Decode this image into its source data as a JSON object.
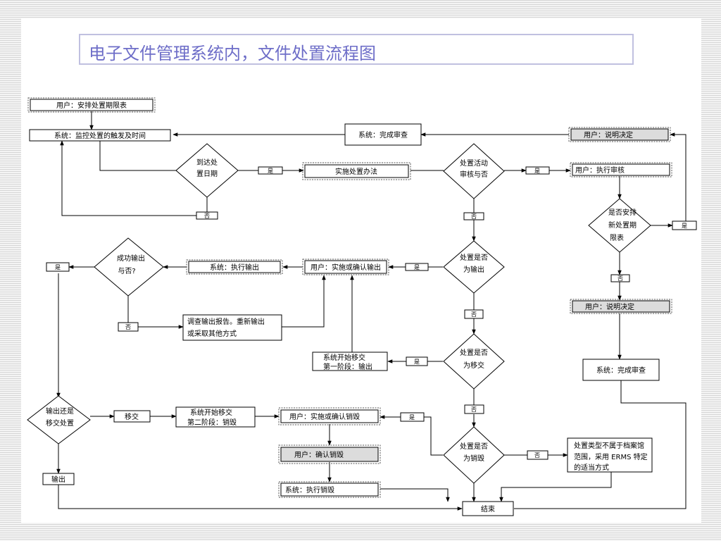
{
  "title": "电子文件管理系统内，文件处置流程图",
  "nodes": {
    "schedule": "用户：安排处置期限表",
    "monitor": "系统：监控处置的触发及时间",
    "reach_date": [
      "到达处",
      "置日期"
    ],
    "implement_method": "实施处置办法",
    "activity_review": [
      "处置活动",
      "审核与否"
    ],
    "exec_review": "用户：执行审核",
    "new_schedule": [
      "是否安排",
      "新处置期",
      "限表"
    ],
    "explain_top": "用户：说明决定",
    "review_top": "系统：完成审查",
    "is_output": [
      "处置是否",
      "为输出"
    ],
    "confirm_output": "用户：实施或确认输出",
    "exec_output": "系统：执行输出",
    "success_output": [
      "成功输出",
      "与否?"
    ],
    "report": [
      "调查输出报告。重新输出",
      "或采取其他方式"
    ],
    "is_transfer": [
      "处置是否",
      "为移交"
    ],
    "transfer_stage1": [
      "系统开始移交",
      "第一阶段：输出"
    ],
    "output_or_transfer": [
      "输出还是",
      "移交处置"
    ],
    "transfer_label": "移交",
    "transfer_stage2": [
      "系统开始移交",
      "第二阶段：销毁"
    ],
    "confirm_destroy": "用户：实施或确认销毁",
    "user_confirm_destroy": "用户：确认销毁",
    "exec_destroy": "系统：执行销毁",
    "is_destroy": [
      "处置是否",
      "为销毁"
    ],
    "not_archive": [
      "处置类型不属于档案馆",
      "范围，采用 ERMS 特定",
      "的适当方式"
    ],
    "explain_right": "用户：说明决定",
    "review_right": "系统：完成审查",
    "output_end": "输出",
    "end": "结束"
  },
  "labels": {
    "yes": "是",
    "no": "否"
  }
}
